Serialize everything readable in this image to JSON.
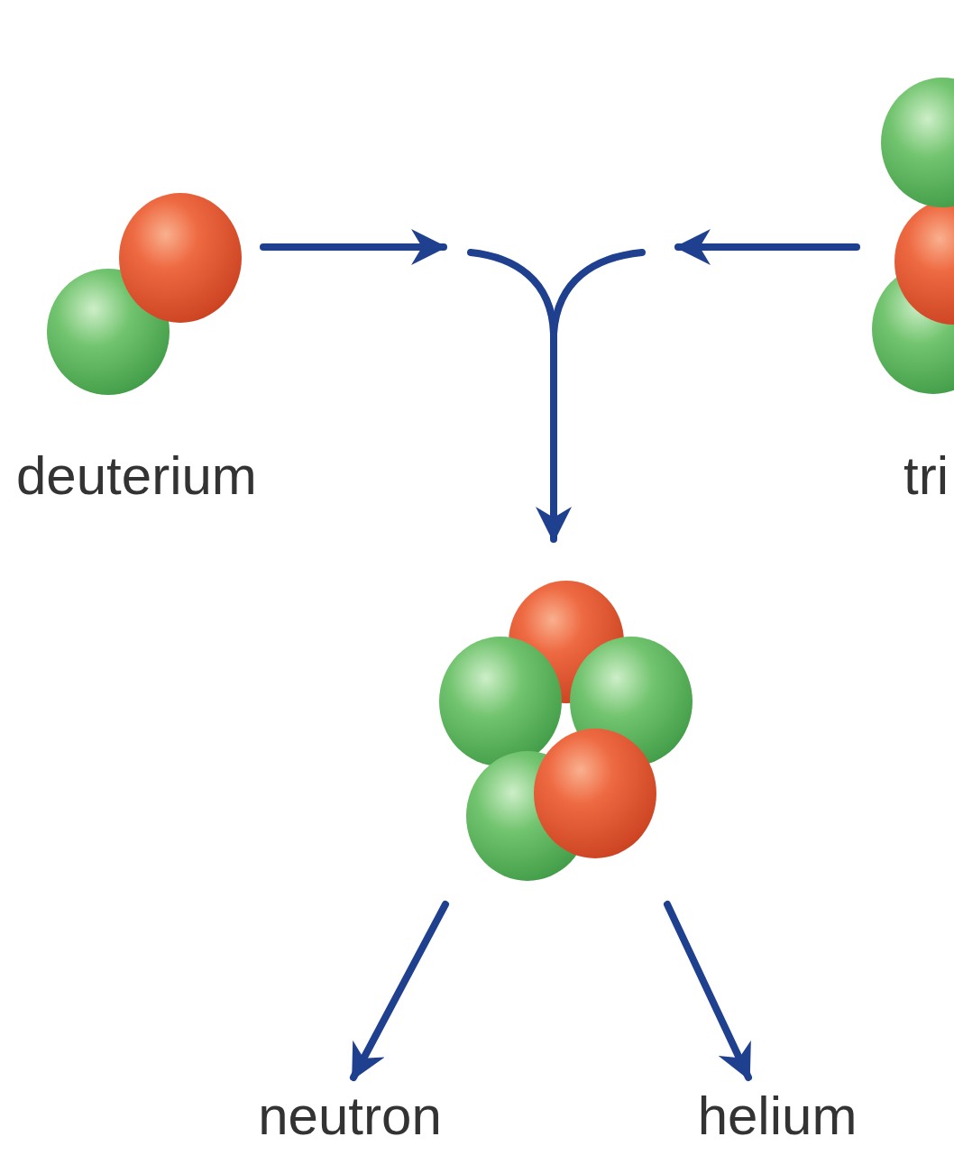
{
  "diagram": {
    "labels": [
      "deuterium",
      "tri",
      "neutron",
      "helium"
    ]
  }
}
